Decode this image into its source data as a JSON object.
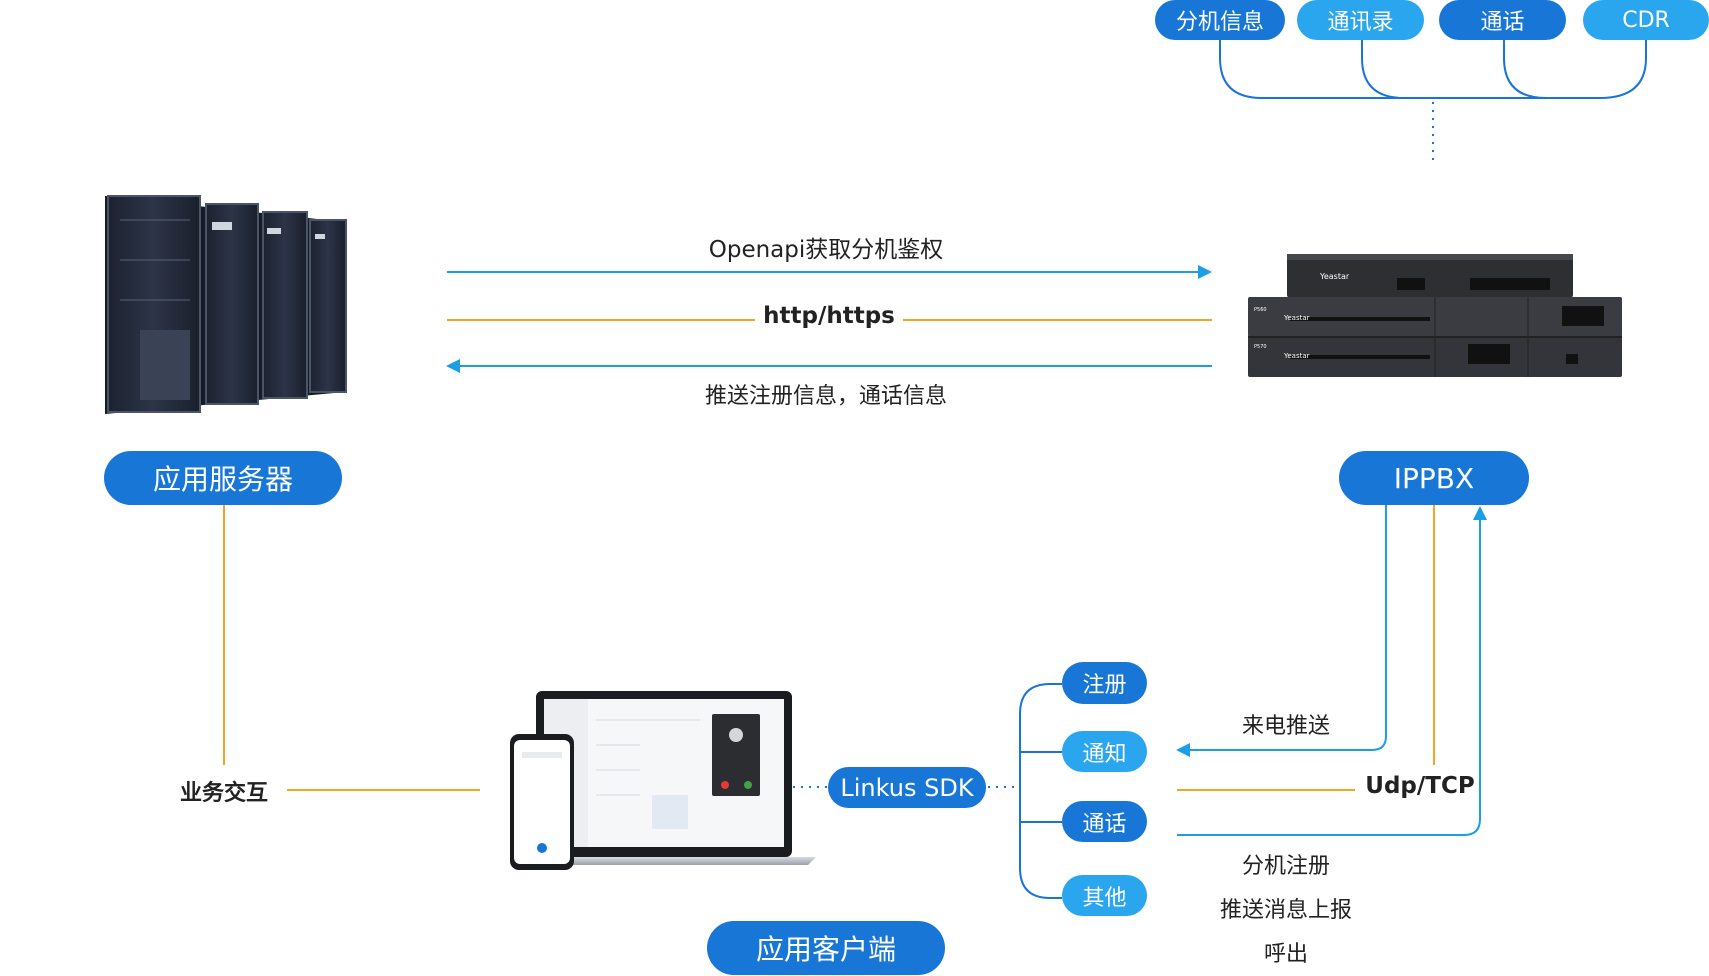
{
  "top_tags": [
    "分机信息",
    "通讯录",
    "通话",
    "CDR"
  ],
  "nodes": {
    "app_server": "应用服务器",
    "ippbx": "IPPBX",
    "app_client": "应用客户端",
    "linkus_sdk": "Linkus SDK"
  },
  "flows": {
    "openapi": "Openapi获取分机鉴权",
    "http": "http/https",
    "push_info": "推送注册信息，通话信息",
    "biz_interaction": "业务交互",
    "incoming_push": "来电推送",
    "udp_tcp": "Udp/TCP",
    "client_to_pbx": [
      "分机注册",
      "推送消息上报",
      "呼出"
    ]
  },
  "sdk_functions": [
    "注册",
    "通知",
    "通话",
    "其他"
  ],
  "device_labels": {
    "pbx_brand": "Yeastar",
    "pbx_model_a": "P560",
    "pbx_model_b": "P570"
  },
  "colors": {
    "pill_blue": "#1877d6",
    "pill_light_blue": "#2aa6ee",
    "arrow_blue": "#1b9ee6",
    "line_orange": "#f2a623",
    "line_blue": "#1a73d9"
  }
}
